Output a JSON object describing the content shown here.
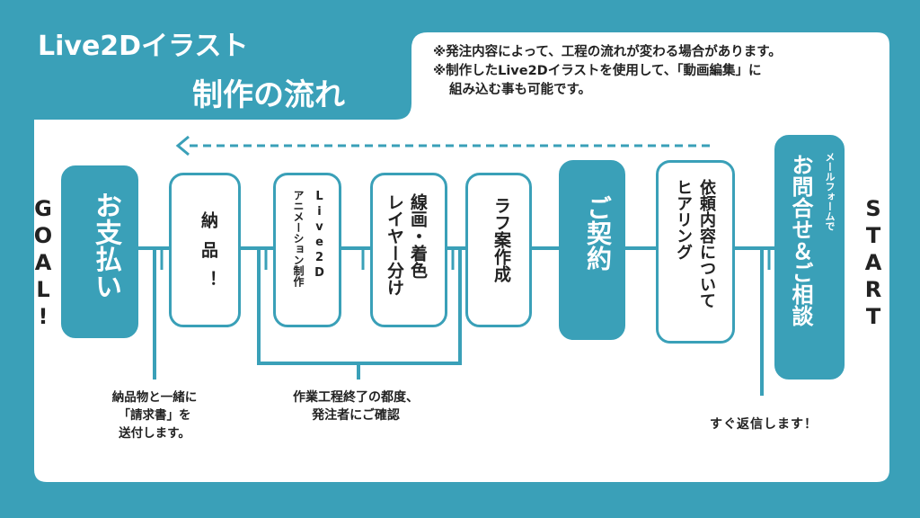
{
  "title": {
    "line1": "Live2Dイラスト",
    "line2": "制作の流れ"
  },
  "notes": [
    "※発注内容によって、工程の流れが変わる場合があります。",
    "※制作したLive2Dイラストを使用して、「動画編集」に",
    "組み込む事も可能です。"
  ],
  "labels": {
    "start": "START",
    "goal": "GOAL!"
  },
  "steps": {
    "inquiry_small": "メールフォームで",
    "inquiry": "お問合せ＆ご相談",
    "hearing_1": "依頼内容について",
    "hearing_2": "ヒアリング",
    "contract": "ご契約",
    "rough": "ラフ案作成",
    "lineart_1": "線画・着色",
    "lineart_2": "レイヤー分け",
    "anim_1": "Live2D",
    "anim_2": "アニメーション制作",
    "delivery": "納品！",
    "payment": "お支払い"
  },
  "captions": {
    "reply": "すぐ返信します！",
    "check_1": "作業工程終了の都度、",
    "check_2": "発注者にご確認",
    "invoice_1": "納品物と一緒に",
    "invoice_2": "「請求書」を",
    "invoice_3": "送付します。"
  },
  "colors": {
    "brand": "#3aa0b8",
    "panel": "#ffffff",
    "text": "#222222"
  }
}
